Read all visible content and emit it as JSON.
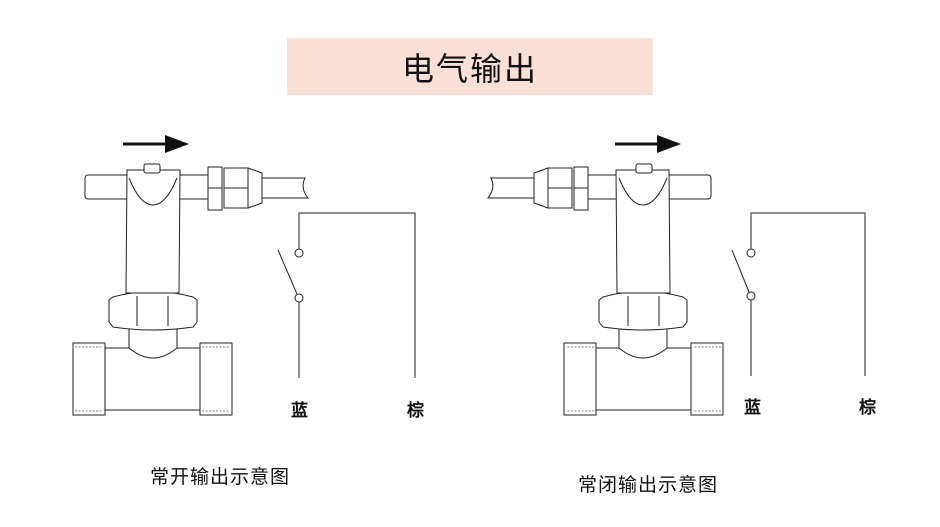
{
  "title": "电气输出",
  "diagrams": [
    {
      "caption": "常开输出示意图",
      "wire_left": "蓝",
      "wire_right": "棕"
    },
    {
      "caption": "常闭输出示意图",
      "wire_left": "蓝",
      "wire_right": "棕"
    }
  ],
  "colors": {
    "title_bg": "#fbe0d6",
    "line": "#222222"
  }
}
